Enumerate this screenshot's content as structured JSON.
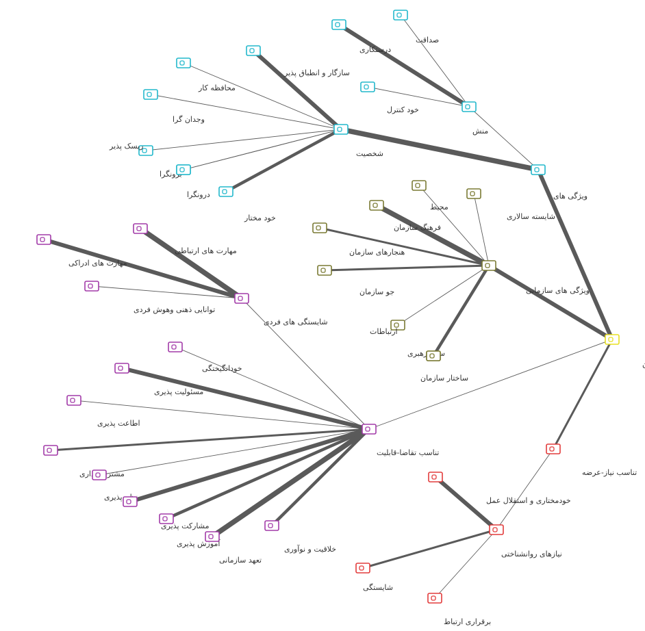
{
  "colors": {
    "cyan": "#22b8cc",
    "olive": "#7a7a33",
    "purple": "#a23aa8",
    "red": "#e23b3b",
    "yellow": "#e8e020",
    "edge": "#5a5a5a"
  },
  "nodes": [
    {
      "id": "root",
      "label": "تناسب فرد- سازمان",
      "group": "yellow"
    },
    {
      "id": "vizhegi",
      "label": "ویژگی های",
      "group": "cyan"
    },
    {
      "id": "shakhsiat",
      "label": "شخصیت",
      "group": "cyan"
    },
    {
      "id": "mansh",
      "label": "منش",
      "group": "cyan"
    },
    {
      "id": "sedaghat",
      "label": "صداقت",
      "group": "cyan"
    },
    {
      "id": "dorostkari",
      "label": "درستکاری",
      "group": "cyan"
    },
    {
      "id": "khodkontrol",
      "label": "خود کنترل",
      "group": "cyan"
    },
    {
      "id": "sazgar",
      "label": "سازگار و انطباق پذیر",
      "group": "cyan"
    },
    {
      "id": "mohafeze",
      "label": "محافظه کار",
      "group": "cyan"
    },
    {
      "id": "vojdan",
      "label": "وجدان گرا",
      "group": "cyan"
    },
    {
      "id": "risk",
      "label": "ریسک پذیر",
      "group": "cyan"
    },
    {
      "id": "boron",
      "label": "برونگرا",
      "group": "cyan"
    },
    {
      "id": "daron",
      "label": "درونگرا",
      "group": "cyan"
    },
    {
      "id": "khodmokhtar",
      "label": "خود مختار",
      "group": "cyan"
    },
    {
      "id": "vizhsaz",
      "label": "ویژگی های سازمانی",
      "group": "olive"
    },
    {
      "id": "shayeste",
      "label": "شایسته سالاری",
      "group": "olive"
    },
    {
      "id": "mohit",
      "label": "محیط",
      "group": "olive"
    },
    {
      "id": "farhang",
      "label": "فرهنگ سازمان",
      "group": "olive"
    },
    {
      "id": "hanjar",
      "label": "هنجارهای سازمان",
      "group": "olive"
    },
    {
      "id": "jav",
      "label": "جو سازمان",
      "group": "olive"
    },
    {
      "id": "ertebatat",
      "label": "ارتباطات",
      "group": "olive"
    },
    {
      "id": "sabk",
      "label": "سبک رهبری",
      "group": "olive"
    },
    {
      "id": "sakhtar",
      "label": "ساختار سازمان",
      "group": "olive"
    },
    {
      "id": "shayestegi",
      "label": "شایستگی های فردی",
      "group": "purple"
    },
    {
      "id": "maharat_ert",
      "label": "مهارت های ارتباطی",
      "group": "purple"
    },
    {
      "id": "maharat_edr",
      "label": "مهارت های ادراکی",
      "group": "purple"
    },
    {
      "id": "tavanaei",
      "label": "توانایی ذهنی وهوش فردی",
      "group": "purple"
    },
    {
      "id": "tanaseb_tg",
      "label": "تناسب تقاضا-قابلیت",
      "group": "purple"
    },
    {
      "id": "khodangikhte",
      "label": "خودانگیختگی",
      "group": "purple"
    },
    {
      "id": "masouliat",
      "label": "مسئولیت پذیری",
      "group": "purple"
    },
    {
      "id": "etaat",
      "label": "اطاعت پذیری",
      "group": "purple"
    },
    {
      "id": "moshtari",
      "label": "مشتری مداری",
      "group": "purple"
    },
    {
      "id": "nazm",
      "label": "نظم پذیری",
      "group": "purple"
    },
    {
      "id": "mosharekat",
      "label": "مشارکت پذیری",
      "group": "purple"
    },
    {
      "id": "amoozesh",
      "label": "آموزش پذیری",
      "group": "purple"
    },
    {
      "id": "taahod",
      "label": "تعهد سازمانی",
      "group": "purple"
    },
    {
      "id": "khalaghiat",
      "label": "خلاقیت و نوآوری",
      "group": "purple"
    },
    {
      "id": "niaz_arze",
      "label": "تناسب نیاز-عرضه",
      "group": "red"
    },
    {
      "id": "niazravan",
      "label": "نیازهای روانشناختی",
      "group": "red"
    },
    {
      "id": "khodmokhtari",
      "label": "خودمختاری و استقلال عمل",
      "group": "red"
    },
    {
      "id": "shayestegi2",
      "label": "شایستگی",
      "group": "red"
    },
    {
      "id": "bargharari",
      "label": "برقراری ارتباط",
      "group": "red"
    }
  ],
  "edges": [
    {
      "from": "root",
      "to": "vizhegi",
      "weight": 4
    },
    {
      "from": "root",
      "to": "vizhsaz",
      "weight": 4
    },
    {
      "from": "root",
      "to": "tanaseb_tg",
      "weight": 1
    },
    {
      "from": "root",
      "to": "niaz_arze",
      "weight": 2
    },
    {
      "from": "vizhegi",
      "to": "shakhsiat",
      "weight": 5
    },
    {
      "from": "vizhegi",
      "to": "mansh",
      "weight": 1
    },
    {
      "from": "mansh",
      "to": "sedaghat",
      "weight": 1
    },
    {
      "from": "mansh",
      "to": "dorostkari",
      "weight": 4
    },
    {
      "from": "mansh",
      "to": "khodkontrol",
      "weight": 1
    },
    {
      "from": "shakhsiat",
      "to": "sazgar",
      "weight": 4
    },
    {
      "from": "shakhsiat",
      "to": "mohafeze",
      "weight": 1
    },
    {
      "from": "shakhsiat",
      "to": "vojdan",
      "weight": 1
    },
    {
      "from": "shakhsiat",
      "to": "risk",
      "weight": 1
    },
    {
      "from": "shakhsiat",
      "to": "boron",
      "weight": 1
    },
    {
      "from": "shakhsiat",
      "to": "daron",
      "weight": 1
    },
    {
      "from": "shakhsiat",
      "to": "khodmokhtar",
      "weight": 3
    },
    {
      "from": "vizhsaz",
      "to": "shayeste",
      "weight": 1
    },
    {
      "from": "vizhsaz",
      "to": "mohit",
      "weight": 1
    },
    {
      "from": "vizhsaz",
      "to": "farhang",
      "weight": 5
    },
    {
      "from": "vizhsaz",
      "to": "hanjar",
      "weight": 2
    },
    {
      "from": "vizhsaz",
      "to": "jav",
      "weight": 2
    },
    {
      "from": "vizhsaz",
      "to": "ertebatat",
      "weight": 1
    },
    {
      "from": "vizhsaz",
      "to": "sabk",
      "weight": 2
    },
    {
      "from": "vizhsaz",
      "to": "sakhtar",
      "weight": 3
    },
    {
      "from": "tanaseb_tg",
      "to": "shayestegi",
      "weight": 1
    },
    {
      "from": "shayestegi",
      "to": "maharat_ert",
      "weight": 5
    },
    {
      "from": "shayestegi",
      "to": "maharat_edr",
      "weight": 4
    },
    {
      "from": "shayestegi",
      "to": "tavanaei",
      "weight": 1
    },
    {
      "from": "tanaseb_tg",
      "to": "khodangikhte",
      "weight": 1
    },
    {
      "from": "tanaseb_tg",
      "to": "masouliat",
      "weight": 4
    },
    {
      "from": "tanaseb_tg",
      "to": "etaat",
      "weight": 1
    },
    {
      "from": "tanaseb_tg",
      "to": "moshtari",
      "weight": 2
    },
    {
      "from": "tanaseb_tg",
      "to": "nazm",
      "weight": 1
    },
    {
      "from": "tanaseb_tg",
      "to": "mosharekat",
      "weight": 4
    },
    {
      "from": "tanaseb_tg",
      "to": "amoozesh",
      "weight": 3
    },
    {
      "from": "tanaseb_tg",
      "to": "taahod",
      "weight": 5
    },
    {
      "from": "tanaseb_tg",
      "to": "khalaghiat",
      "weight": 3
    },
    {
      "from": "niaz_arze",
      "to": "niazravan",
      "weight": 1
    },
    {
      "from": "niazravan",
      "to": "khodmokhtari",
      "weight": 4
    },
    {
      "from": "niazravan",
      "to": "shayestegi2",
      "weight": 2
    },
    {
      "from": "niazravan",
      "to": "bargharari",
      "weight": 1
    }
  ]
}
